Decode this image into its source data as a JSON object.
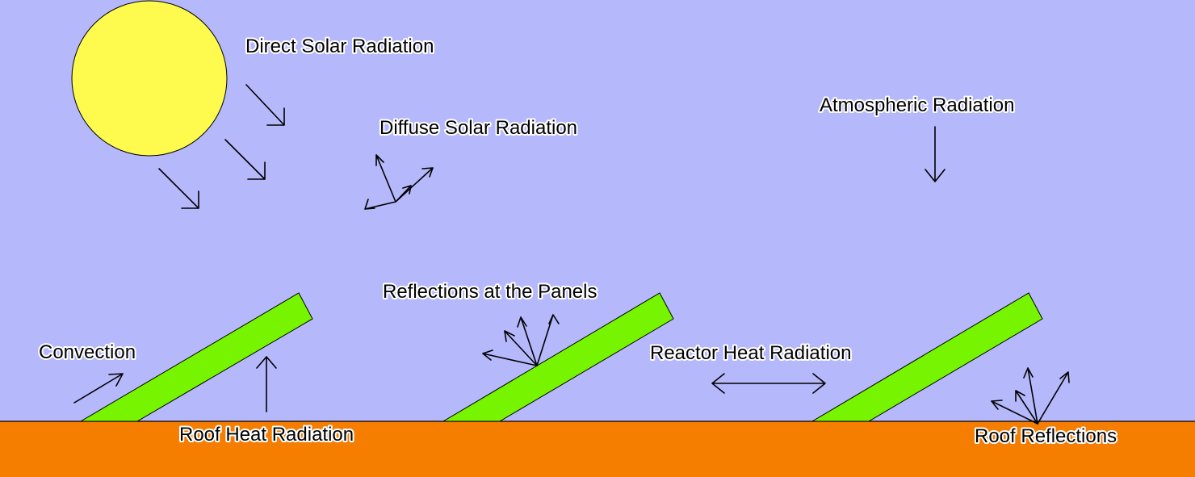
{
  "labels": {
    "direct_solar": "Direct Solar Radiation",
    "diffuse_solar": "Diffuse Solar Radiation",
    "atmospheric": "Atmospheric Radiation",
    "panel_reflections": "Reflections at the Panels",
    "convection": "Convection",
    "reactor_heat": "Reactor Heat Radiation",
    "roof_heat": "Roof Heat Radiation",
    "roof_reflections": "Roof Reflections"
  },
  "colors": {
    "sky": "#b5b8fb",
    "sun": "#fffa4e",
    "panel": "#77f500",
    "roof": "#f57d00",
    "outline": "#000000"
  }
}
